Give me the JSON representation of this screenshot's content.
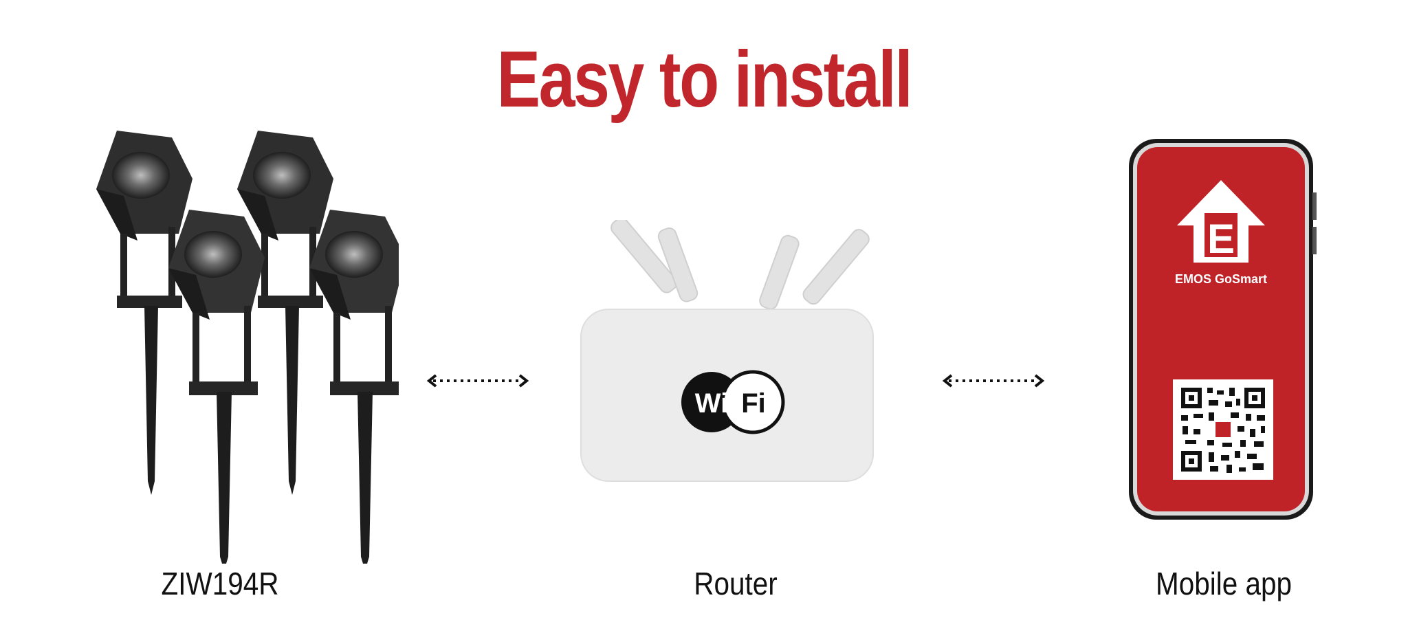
{
  "title": "Easy to install",
  "labels": {
    "device": "ZIW194R",
    "router": "Router",
    "app": "Mobile app"
  },
  "router_badge": {
    "left": "Wi",
    "right": "Fi"
  },
  "phone": {
    "app_name": "EMOS GoSmart",
    "logo_letter": "E"
  },
  "colors": {
    "accent": "#c0262b",
    "light_body": "#2b2b2b",
    "router_body": "#ececec",
    "phone_screen": "#bf2328"
  },
  "icons": [
    "spotlight-set-icon",
    "wifi-router-icon",
    "smartphone-icon",
    "qr-code-icon",
    "double-arrow-icon"
  ]
}
